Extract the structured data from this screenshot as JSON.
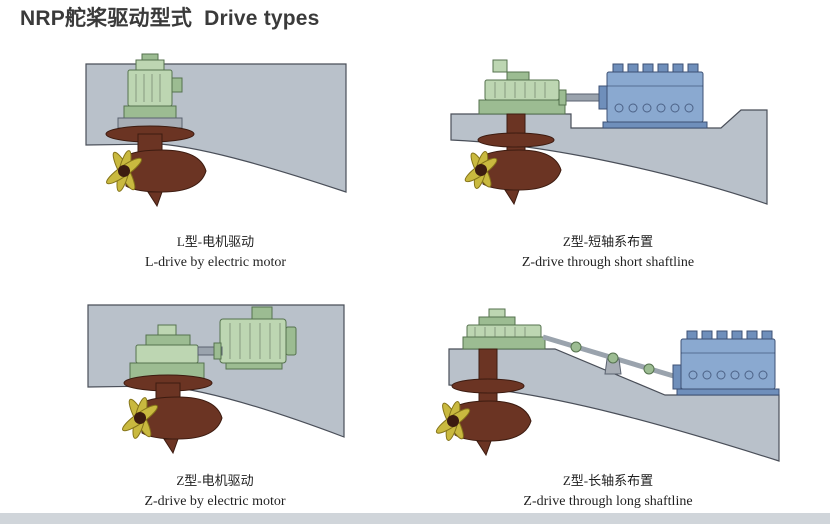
{
  "header": {
    "title_cn": "NRP舵桨驱动型式",
    "title_en": "Drive types"
  },
  "panels": [
    {
      "id": "l-drive-electric-motor",
      "caption_cn": "L型-电机驱动",
      "caption_en": "L-drive by electric motor"
    },
    {
      "id": "z-drive-short-shaftline",
      "caption_cn": "Z型-短轴系布置",
      "caption_en": "Z-drive through short shaftline"
    },
    {
      "id": "z-drive-electric-motor",
      "caption_cn": "Z型-电机驱动",
      "caption_en": "Z-drive by electric motor"
    },
    {
      "id": "z-drive-long-shaftline",
      "caption_cn": "Z型-长轴系布置",
      "caption_en": "Z-drive through long shaftline"
    }
  ],
  "colors": {
    "hull": "#b9c1ca",
    "hull_outline": "#4a4f59",
    "motor_green": "#bdd6b2",
    "motor_green_dark": "#9cbc92",
    "green_outline": "#55724e",
    "engine_blue": "#8aa9d0",
    "engine_blue_dark": "#6f8fbb",
    "blue_outline": "#3d5174",
    "pod_brown": "#6b3423",
    "pod_outline": "#3c1b10",
    "prop_yellow": "#c9b93f",
    "prop_outline": "#857419",
    "shaft_gray": "#9aa3ad",
    "footer": "#d0d5da",
    "title": "#3a3a3a",
    "text": "#1f1f1f"
  }
}
